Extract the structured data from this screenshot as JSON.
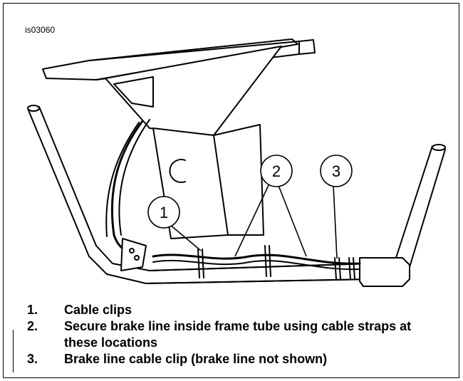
{
  "figure": {
    "id_label": "is03060"
  },
  "callouts": [
    {
      "number": "1"
    },
    {
      "number": "2"
    },
    {
      "number": "3"
    }
  ],
  "legend": [
    {
      "number": "1.",
      "text": "Cable clips"
    },
    {
      "number": "2.",
      "text": "Secure brake line inside frame tube using cable straps at these locations"
    },
    {
      "number": "3.",
      "text": "Brake line cable clip (brake line not shown)"
    }
  ]
}
